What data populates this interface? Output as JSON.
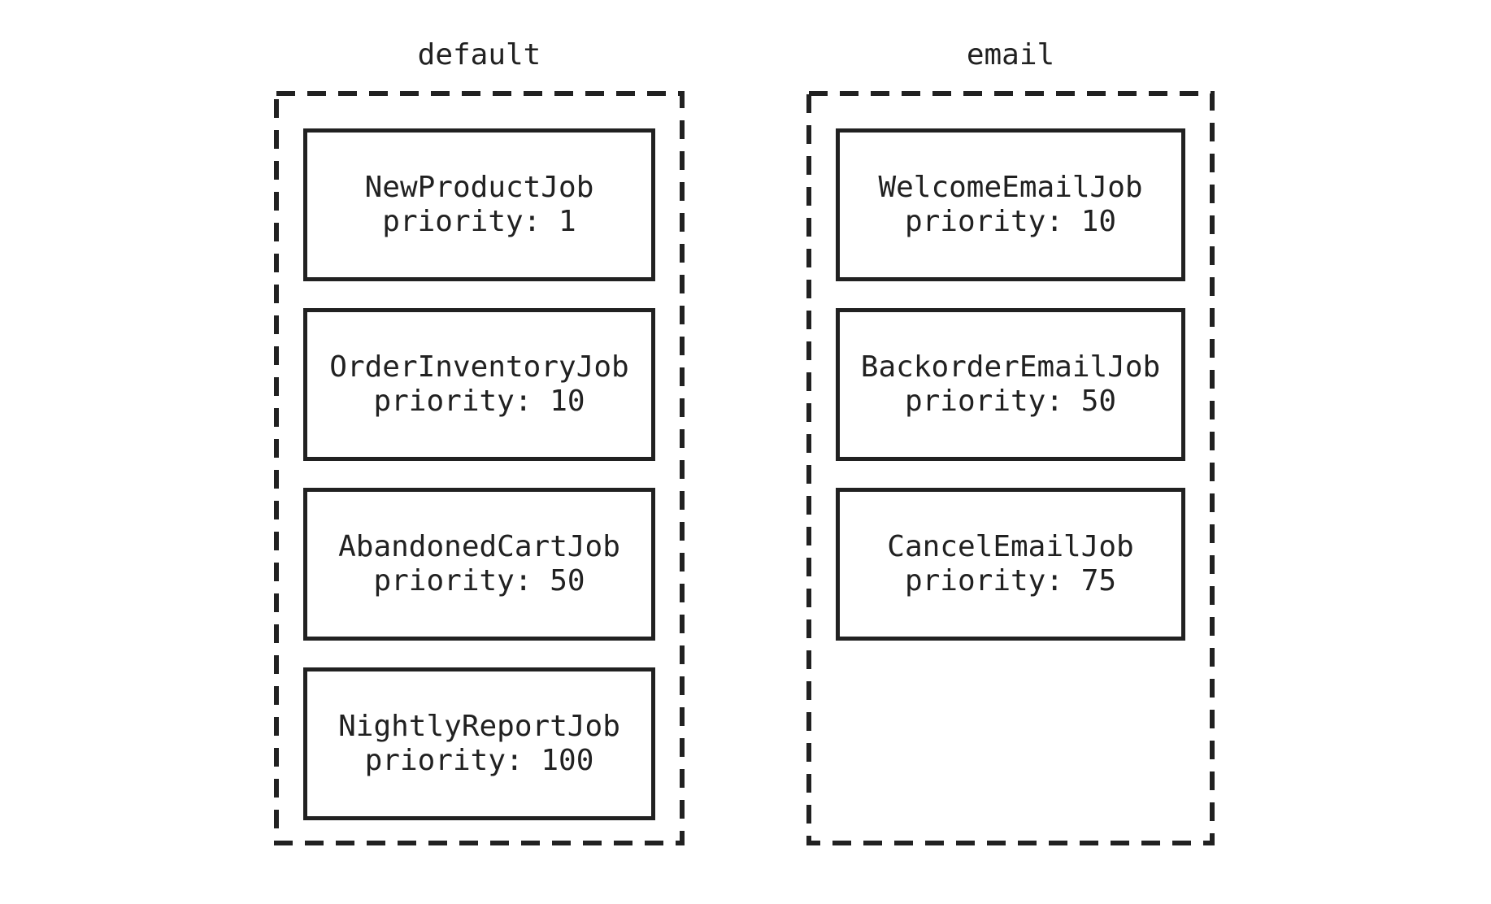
{
  "diagram": {
    "colors": {
      "ink": "#212121",
      "background": "#ffffff"
    },
    "queues": [
      {
        "name": "default",
        "jobs": [
          {
            "name": "NewProductJob",
            "priority_label": "priority: 1"
          },
          {
            "name": "OrderInventoryJob",
            "priority_label": "priority: 10"
          },
          {
            "name": "AbandonedCartJob",
            "priority_label": "priority: 50"
          },
          {
            "name": "NightlyReportJob",
            "priority_label": "priority: 100"
          }
        ]
      },
      {
        "name": "email",
        "jobs": [
          {
            "name": "WelcomeEmailJob",
            "priority_label": "priority: 10"
          },
          {
            "name": "BackorderEmailJob",
            "priority_label": "priority: 50"
          },
          {
            "name": "CancelEmailJob",
            "priority_label": "priority: 75"
          }
        ]
      }
    ]
  }
}
